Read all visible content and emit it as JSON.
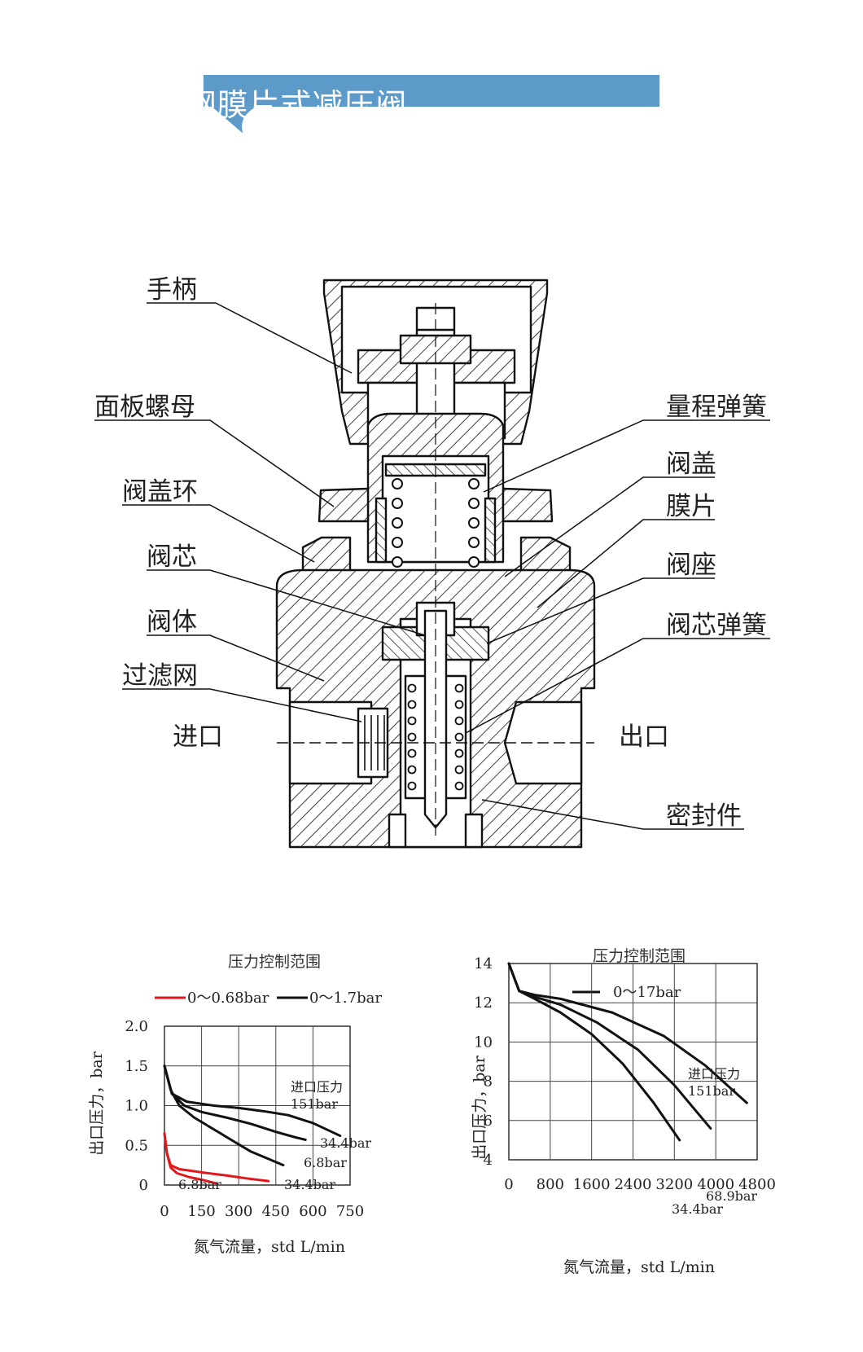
{
  "header": {
    "title": "KHF 不锈钢膜片式减压阀",
    "bg_color": "#5b9ac9"
  },
  "diagram": {
    "labels_left": [
      "手柄",
      "面板螺母",
      "阀盖环",
      "阀芯",
      "阀体",
      "过滤网"
    ],
    "labels_right": [
      "量程弹簧",
      "阀盖",
      "膜片",
      "阀座",
      "阀芯弹簧",
      "密封件"
    ],
    "inlet": "进口",
    "outlet": "出口"
  },
  "chart_data": [
    {
      "type": "line",
      "title": "压力控制范围",
      "xlabel": "氮气流量，std L/min",
      "ylabel": "出口压力，bar",
      "x_ticks": [
        "0",
        "150",
        "300",
        "450",
        "600",
        "750"
      ],
      "y_ticks": [
        "2.0",
        "1.5",
        "1.0",
        "0.5",
        "0"
      ],
      "xlim": [
        0,
        750
      ],
      "ylim": [
        0,
        2.0
      ],
      "grid": true,
      "legend_position": "top",
      "legend": [
        {
          "label": "0～0.68bar",
          "color": "#e0181b"
        },
        {
          "label": "0～1.7bar",
          "color": "#111111"
        }
      ],
      "annotations": [
        "进口压力",
        "151bar",
        "34.4bar",
        "6.8bar",
        "6.8bar",
        "34.4bar"
      ],
      "series": [
        {
          "group": "0～0.68bar",
          "label": "6.8bar",
          "color": "#e0181b",
          "x": [
            0,
            10,
            25,
            50,
            100,
            160,
            210
          ],
          "y": [
            0.65,
            0.4,
            0.22,
            0.15,
            0.1,
            0.06,
            0.02
          ]
        },
        {
          "group": "0～0.68bar",
          "label": "34.4bar",
          "color": "#e0181b",
          "x": [
            0,
            10,
            25,
            60,
            150,
            250,
            340,
            420
          ],
          "y": [
            0.65,
            0.4,
            0.25,
            0.2,
            0.16,
            0.12,
            0.08,
            0.05
          ]
        },
        {
          "group": "0～1.7bar",
          "label": "6.8bar",
          "color": "#111111",
          "x": [
            0,
            25,
            60,
            120,
            200,
            280,
            350,
            420,
            480
          ],
          "y": [
            1.5,
            1.2,
            1.0,
            0.85,
            0.7,
            0.55,
            0.42,
            0.33,
            0.25
          ]
        },
        {
          "group": "0～1.7bar",
          "label": "34.4bar",
          "color": "#111111",
          "x": [
            0,
            30,
            80,
            150,
            250,
            350,
            450,
            530,
            570
          ],
          "y": [
            1.5,
            1.15,
            1.0,
            0.92,
            0.85,
            0.77,
            0.67,
            0.6,
            0.57
          ]
        },
        {
          "group": "0～1.7bar",
          "label": "151bar",
          "color": "#111111",
          "x": [
            0,
            30,
            90,
            200,
            300,
            400,
            500,
            600,
            710
          ],
          "y": [
            1.5,
            1.15,
            1.05,
            1.0,
            0.97,
            0.93,
            0.88,
            0.78,
            0.62
          ]
        }
      ]
    },
    {
      "type": "line",
      "title": "压力控制范围",
      "xlabel": "氮气流量，std L/min",
      "ylabel": "出口压力，bar",
      "x_ticks": [
        "0",
        "800",
        "1600",
        "2400",
        "3200",
        "4000",
        "4800"
      ],
      "y_ticks": [
        "14",
        "12",
        "10",
        "8",
        "6",
        "4"
      ],
      "xlim": [
        0,
        4800
      ],
      "ylim": [
        4,
        14
      ],
      "grid": true,
      "legend_position": "top",
      "legend": [
        {
          "label": "0～17bar",
          "color": "#111111"
        }
      ],
      "annotations": [
        "进口压力",
        "151bar",
        "68.9bar",
        "34.4bar"
      ],
      "series": [
        {
          "label": "34.4bar",
          "color": "#111111",
          "x": [
            0,
            200,
            500,
            1000,
            1600,
            2200,
            2800,
            3300
          ],
          "y": [
            14,
            12.6,
            12.2,
            11.5,
            10.4,
            8.9,
            6.9,
            5.0
          ]
        },
        {
          "label": "68.9bar",
          "color": "#111111",
          "x": [
            0,
            200,
            500,
            1000,
            1700,
            2500,
            3200,
            3900
          ],
          "y": [
            14,
            12.6,
            12.3,
            11.9,
            11.0,
            9.6,
            7.8,
            5.6
          ]
        },
        {
          "label": "151bar",
          "color": "#111111",
          "x": [
            0,
            200,
            500,
            1000,
            2000,
            3000,
            3800,
            4600
          ],
          "y": [
            14,
            12.6,
            12.4,
            12.2,
            11.5,
            10.3,
            8.8,
            6.9
          ]
        }
      ]
    }
  ]
}
